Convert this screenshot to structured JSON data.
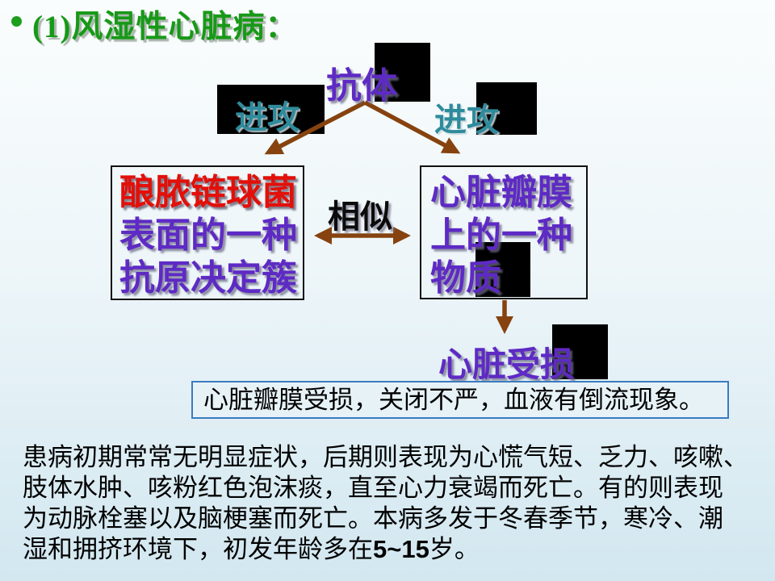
{
  "slide_title": {
    "bullet": "•",
    "text": "(1)风湿性心脏病："
  },
  "diagram": {
    "antibody_label": "抗体",
    "attack_left_label": "进攻",
    "attack_right_label": "进攻",
    "left_box": {
      "lines": [
        "酿脓链球菌",
        "表面的一种",
        "抗原决定簇"
      ]
    },
    "similar_label": "相似",
    "right_box": {
      "lines": [
        "心脏瓣膜",
        "上的一种",
        "物质"
      ]
    },
    "heart_damage_label": "心脏受损",
    "result_note": "心脏瓣膜受损，关闭不严，血液有倒流现象。"
  },
  "paragraph": {
    "line1": "患病初期常常无明显症状，后期则表现为心慌气短、乏力、咳嗽、",
    "line2": "肢体水肿、咳粉红色泡沫痰，直至心力衰竭而死亡。有的则表现",
    "line3": "为动脉栓塞以及脑梗塞而死亡。本病多发于冬春季节，寒冷、潮",
    "line4_pre": "湿和拥挤环境下，初发年龄多在",
    "line4_bold": "5~15",
    "line4_post": "岁。"
  },
  "colors": {
    "title_green": "#179917",
    "wordart_purple": "#5e2ac4",
    "wordart_red": "#e21009",
    "attack_teal": "#2e8b9c",
    "arrow_brown": "#86430f",
    "note_border_blue": "#3a7bbf",
    "placeholder_black": "#000000",
    "background_top": "#fafdfd",
    "background_bottom": "#d2e7f0"
  }
}
